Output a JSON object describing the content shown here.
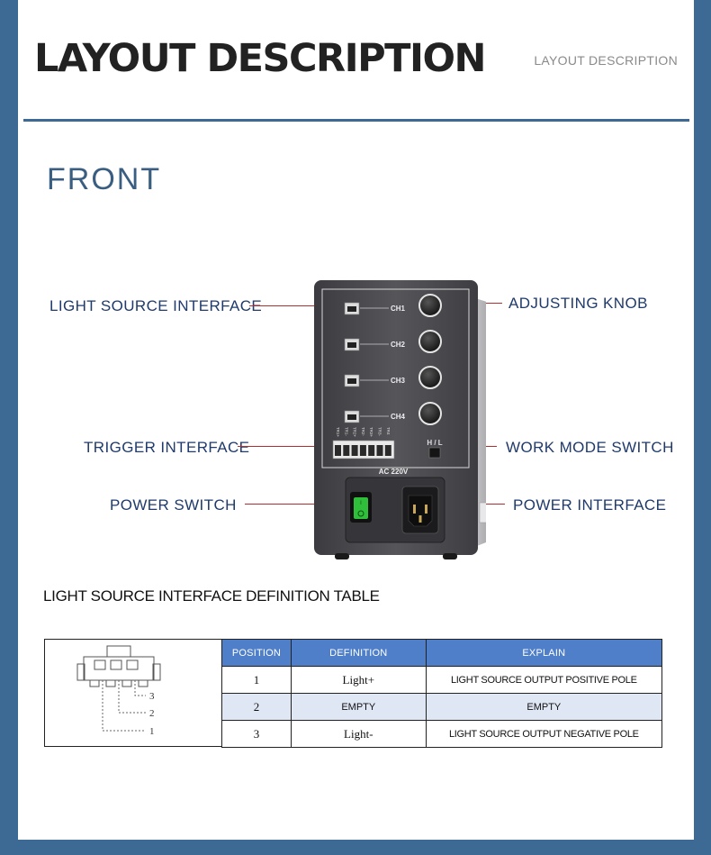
{
  "header": {
    "title": "LAYOUT DESCRIPTION",
    "subtitle": "LAYOUT DESCRIPTION"
  },
  "section": {
    "title": "FRONT"
  },
  "callouts": {
    "light_source_interface": "LIGHT SOURCE INTERFACE",
    "adjusting_knob": "ADJUSTING KNOB",
    "trigger_interface": "TRIGGER INTERFACE",
    "work_mode_switch": "WORK MODE SWITCH",
    "power_switch": "POWER SWITCH",
    "power_interface": "POWER INTERFACE"
  },
  "device": {
    "channels": [
      "CH1",
      "CH2",
      "CH3",
      "CH4"
    ],
    "trigger_pins": [
      "TR1+",
      "TR1-",
      "TR2+",
      "TR2-",
      "TR3+",
      "TR3-",
      "TR4"
    ],
    "mode_label": "H / L",
    "voltage_label": "AC 220V"
  },
  "table": {
    "title": "LIGHT SOURCE INTERFACE DEFINITION TABLE",
    "pin_numbers": [
      "3",
      "2",
      "1"
    ],
    "headers": [
      "POSITION",
      "DEFINITION",
      "EXPLAIN"
    ],
    "rows": [
      {
        "position": "1",
        "definition": "Light+",
        "explain": "LIGHT SOURCE OUTPUT POSITIVE POLE"
      },
      {
        "position": "2",
        "definition": "EMPTY",
        "explain": "EMPTY"
      },
      {
        "position": "3",
        "definition": "Light-",
        "explain": "LIGHT SOURCE OUTPUT NEGATIVE POLE"
      }
    ]
  },
  "colors": {
    "frame": "#3d6a94",
    "heading": "#3a5d82",
    "callout_text": "#1f3a6b",
    "callout_line": "#b03030",
    "table_header": "#4f7fc8",
    "table_alt_row": "#dfe7f5",
    "device_body": "#4a4a4e",
    "power_switch_green": "#2fbf3a"
  }
}
